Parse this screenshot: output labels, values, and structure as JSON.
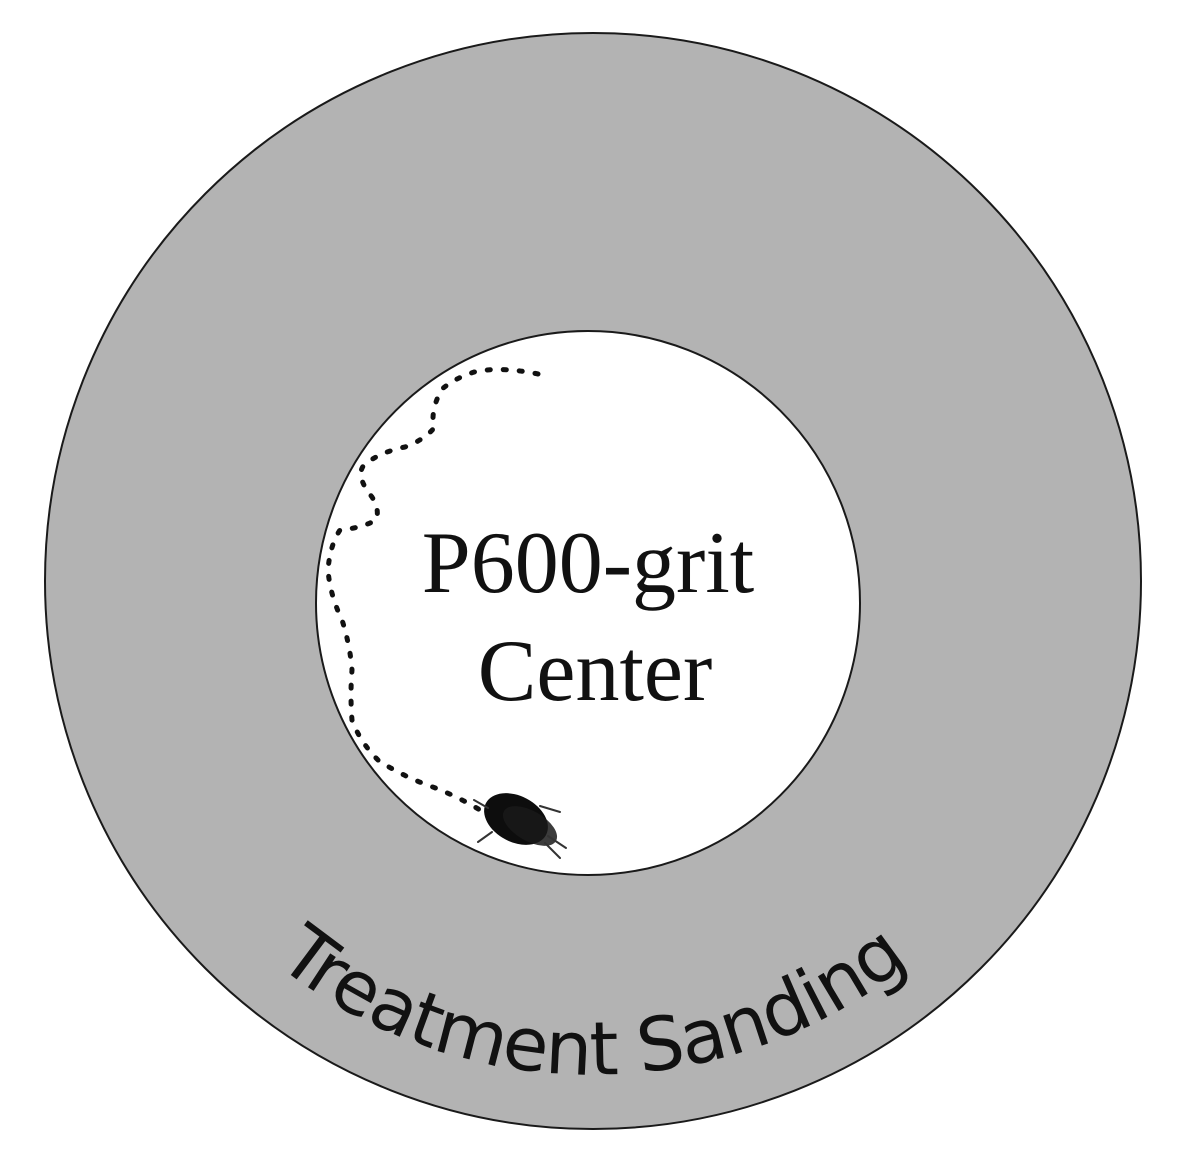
{
  "diagram": {
    "center_label_line1": "P600-grit",
    "center_label_line2": "Center",
    "ring_label": "Treatment Sanding"
  },
  "colors": {
    "background": "#ffffff",
    "outer_ring": "#b3b3b3",
    "inner_circle": "#ffffff",
    "outline": "#1a1a1a",
    "track_dots": "#111111",
    "insect": "#0d0d0d"
  },
  "icons": {
    "insect": "insect-icon"
  }
}
